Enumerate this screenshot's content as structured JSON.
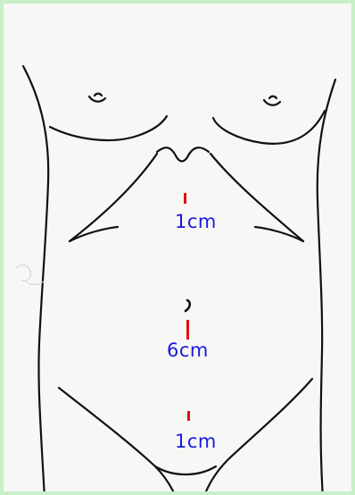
{
  "colors": {
    "outline": "#111111",
    "incision": "#e01010",
    "label": "#1a1ae0",
    "frame": "#c8f0c8",
    "paper": "#f7f7f5"
  },
  "incisions": [
    {
      "id": "upper",
      "label": "1cm"
    },
    {
      "id": "umbilical",
      "label": "6cm"
    },
    {
      "id": "lower",
      "label": "1cm"
    }
  ]
}
